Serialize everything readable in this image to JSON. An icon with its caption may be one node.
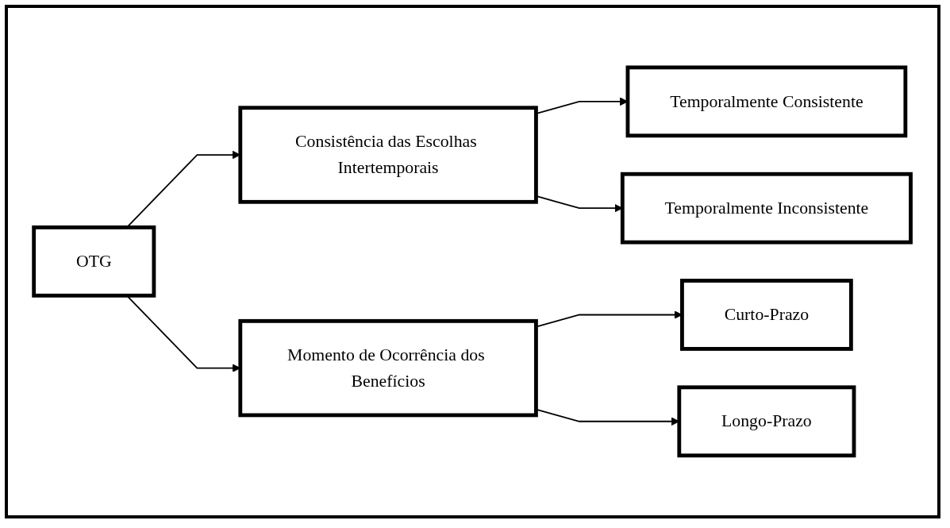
{
  "diagram": {
    "nodes": [
      {
        "text": [
          "OTG"
        ]
      },
      {
        "text": [
          "Consistência das Escolhas Intertemporais"
        ]
      },
      {
        "text": [
          "Temporalmente Consistente"
        ]
      },
      {
        "text": [
          "Temporalmente Inconsistente"
        ]
      },
      {
        "text": [
          "Momento de Ocorrência dos Benefícios"
        ]
      },
      {
        "text": [
          "Curto-Prazo"
        ]
      },
      {
        "text": [
          "Longo-Prazo"
        ]
      }
    ],
    "edges": [
      {
        "from": 0,
        "to": 1,
        "arrow": "to"
      },
      {
        "from": 0,
        "to": 4,
        "arrow": "to"
      },
      {
        "from": 1,
        "to": 2,
        "arrow": "to"
      },
      {
        "from": 1,
        "to": 3,
        "arrow": "to"
      },
      {
        "from": 4,
        "to": 5,
        "arrow": "to"
      },
      {
        "from": 4,
        "to": 6,
        "arrow": "to"
      }
    ]
  }
}
